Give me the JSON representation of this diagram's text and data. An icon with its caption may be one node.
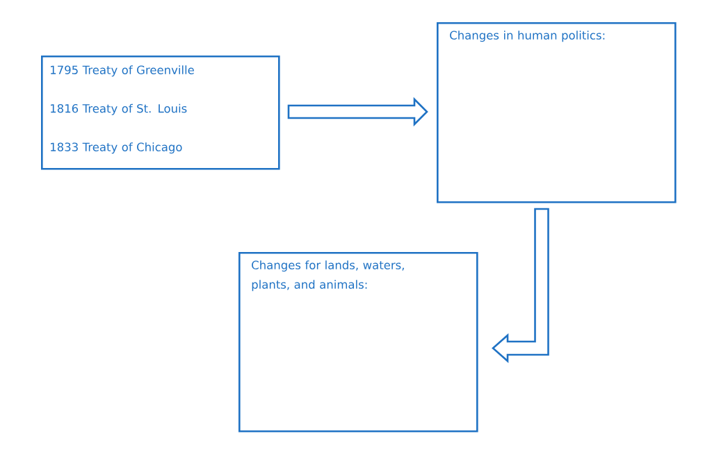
{
  "diagram": {
    "nodes": [
      {
        "text": [
          "1795 Treaty of Greenville",
          "1816 Treaty of St. Louis",
          "1833 Treaty of Chicago"
        ]
      },
      {
        "text": [
          "Changes in human politics:"
        ]
      },
      {
        "text": [
          "Changes for lands, waters, plants, and animals:"
        ]
      }
    ],
    "edges": [
      {
        "from": 0,
        "to": 1,
        "arrow": "to"
      },
      {
        "from": 1,
        "to": 2,
        "arrow": "to"
      }
    ]
  }
}
